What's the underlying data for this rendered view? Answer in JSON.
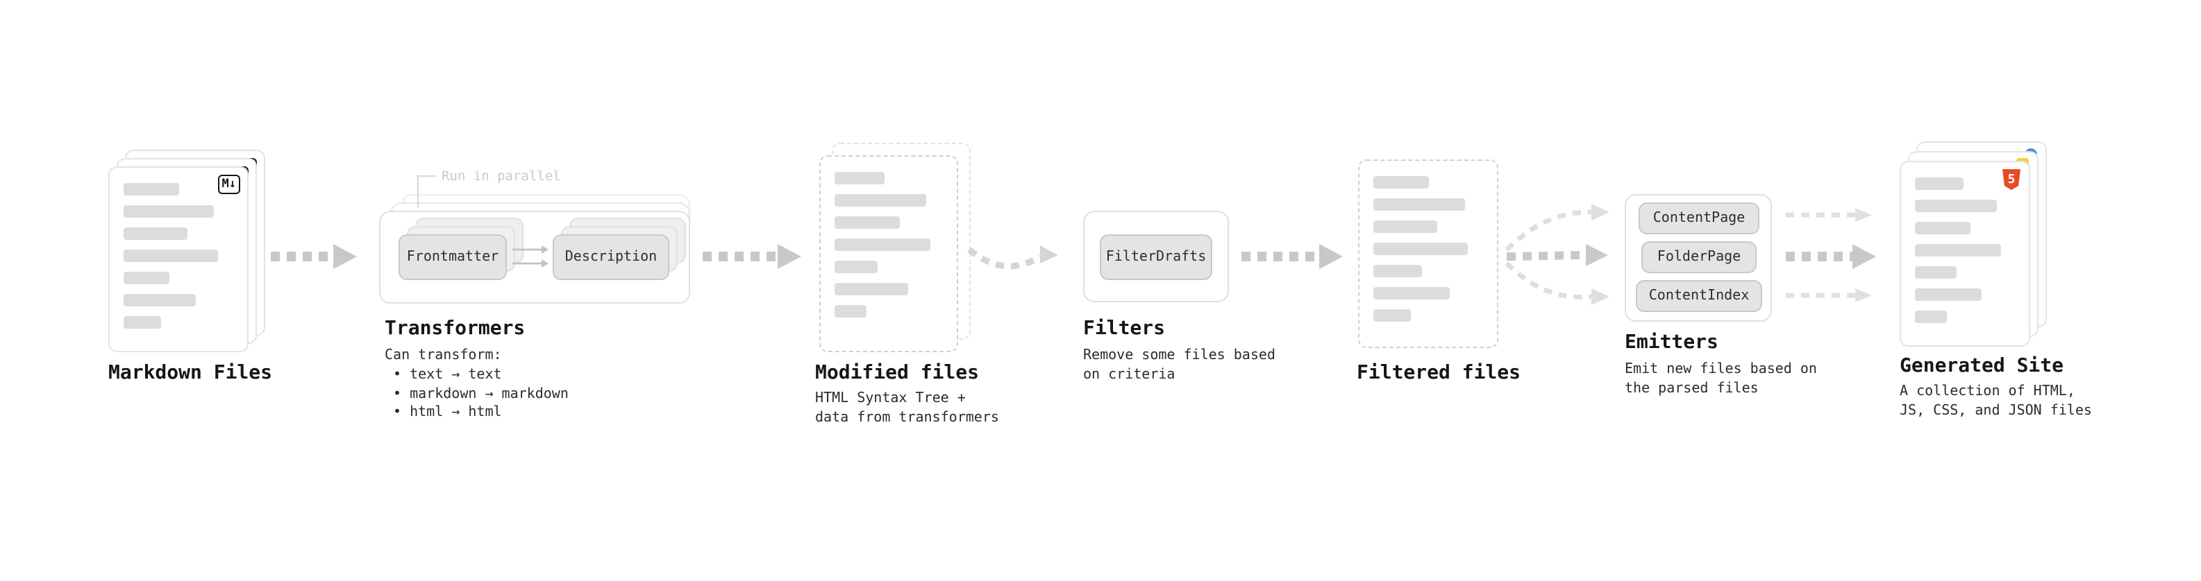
{
  "nodes": {
    "markdown_files": {
      "label": "Markdown Files",
      "badge": "M↓"
    },
    "transformers": {
      "annotation": "Run in parallel",
      "step1": "Frontmatter",
      "step2": "Description",
      "title": "Transformers",
      "desc_intro": "Can transform:",
      "bullets": [
        "• text → text",
        "• markdown → markdown",
        "• html → html"
      ]
    },
    "modified_files": {
      "title": "Modified files",
      "desc": "HTML Syntax Tree +\ndata from transformers"
    },
    "filters": {
      "button": "FilterDrafts",
      "title": "Filters",
      "desc": "Remove some files based\non criteria"
    },
    "filtered_files": {
      "title": "Filtered files"
    },
    "emitters": {
      "buttons": [
        "ContentPage",
        "FolderPage",
        "ContentIndex"
      ],
      "title": "Emitters",
      "desc": "Emit new files based on\nthe parsed files"
    },
    "generated_site": {
      "title": "Generated Site",
      "badge": "5",
      "desc": "A collection of HTML,\nJS, CSS, and JSON files"
    }
  },
  "colors": {
    "arrow": "#c8c8c8",
    "arrow_light": "#dedede",
    "placeholder_bar": "#dcdcdc",
    "button_bg": "#e4e4e4",
    "html5_badge": "#e44d26",
    "js_badge": "#f0d43a",
    "css_badge": "#4a90d9"
  }
}
